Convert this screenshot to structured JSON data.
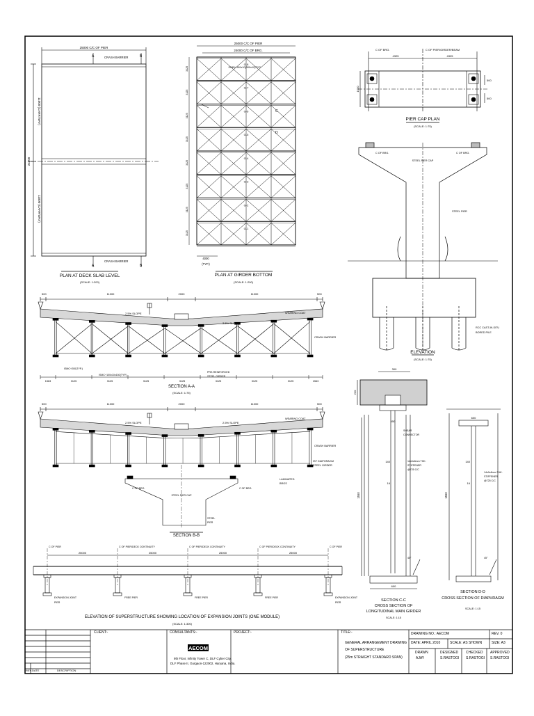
{
  "plan_deck": {
    "title": "PLAN AT DECK SLAB LEVEL",
    "scale": "(SCALE: 1:200)",
    "dim_top": "25000 C/C OF PIER",
    "crash_barrier_top": "CRASH BARRIER",
    "crash_barrier_bottom": "CRASH BARRIER",
    "carriageway_upper": "11000 (CARR'WAY)",
    "carriageway_lower": "11000 (CARR'WAY)",
    "total_width": "24200",
    "sec_a": "A",
    "sec_b": "B"
  },
  "plan_girder": {
    "title": "PLAN AT GIRDER BOTTOM",
    "scale": "(SCALE: 1:200)",
    "dim_top1": "25000 C/C OF PIER",
    "dim_top2": "24000 C/C OF BRG.",
    "member_label": "ISMB+150x10(300x10)TYP.",
    "girders": [
      "G-8",
      "G-7",
      "G-6",
      "G-5",
      "G-4",
      "G-3",
      "G-2",
      "G-1"
    ],
    "spacing": "3125",
    "end_dim": "4000",
    "end_dim2": "(TYP.)",
    "sec_c": "C",
    "sec_d": "D"
  },
  "pier_plan": {
    "title": "PIER CAP PLAN",
    "scale": "(SCALE: 1:75)",
    "brg1": "C OF BRG.",
    "brg2": "C OF PIER/GIRDER/BEAM",
    "dim1": "4325",
    "dim2": "4325",
    "dim_side": "1500",
    "dim_r1": "500",
    "dim_r2": "500"
  },
  "pier_elev": {
    "title": "ELEVATION",
    "scale": "(SCALE: 1:75)",
    "steel_cap": "STEEL PIER CAP",
    "steel_pier": "STEEL PIER",
    "brg1": "C OF BRG.",
    "brg2": "C OF BRG.",
    "pile_note1": "RCC CAST-IN-SITU",
    "pile_note2": "BORED PILE"
  },
  "section_aa": {
    "title": "SECTION A-A",
    "scale": "(SCALE: 1:75)",
    "dims_top": [
      "500",
      "11000",
      "2000",
      "11000",
      "500"
    ],
    "slope_left": "2.5% SLOPE",
    "slope_right": "2.5% SLOPE",
    "wearing_coat": "WEARING COAT",
    "crash_barrier": "CRASH BARRIER",
    "bracing1": "ISMC+200(TYP.)",
    "bracing2": "ISMC+100x10x150(TYP.)",
    "rcc_slab1": "PRE-REINFORCED",
    "rcc_slab2": "STEEL GIRDER",
    "dims_bottom": [
      "1563",
      "3125",
      "3125",
      "3125",
      "3125",
      "3125",
      "3125",
      "3125",
      "1563"
    ]
  },
  "section_bb": {
    "title": "SECTION B-B",
    "dims_top": [
      "500",
      "11000",
      "2000",
      "11000",
      "500"
    ],
    "slope_left": "2.5% SLOPE",
    "slope_right": "2.5% SLOPE",
    "wearing_coat": "WEARING COAT",
    "crash_barrier": "CRASH BARRIER",
    "diaphragm1": "ISF DIAPHRAGM",
    "diaphragm2": "STEEL GIRDER",
    "lam_bearing1": "LAMINATED",
    "lam_bearing2": "BRGS",
    "brg1": "C OF BRG.",
    "brg2": "C OF BRG.",
    "steel_cap": "STEEL PIER CAP",
    "steel_pier1": "STEEL",
    "steel_pier2": "PIER"
  },
  "section_cc": {
    "title1": "SECTION C-C",
    "title2": "CROSS SECTION OF",
    "title3": "LONGITUDINAL MAIN GIRDER",
    "scale": "SCALE: 1:15",
    "dim_slab": "300",
    "dim_slab_h": "220",
    "dim_flange": "450",
    "shear1": "SHEAR",
    "shear2": "CONNECTOR",
    "dim_140": "140",
    "dim_16": "16",
    "stiff1": "14x0x8mm THK.",
    "stiff2": "STIFFENER",
    "stiff3": "@725 C/C",
    "dim_depth": "1550",
    "dim_45": "45°",
    "dim_bottom": "600"
  },
  "section_dd": {
    "title1": "SECTION D-D",
    "title2": "CROSS SECTION OF DIAPHRAGM",
    "scale": "SCALE: 1:15",
    "dim_flange": "600",
    "dim_140": "140",
    "dim_16": "16",
    "stiff1": "14x0x8mm THK.",
    "stiff2": "STIFFENER",
    "stiff3": "@725 C/C",
    "dim_depth": "1550",
    "dim_45": "45°"
  },
  "elevation": {
    "title": "ELEVATION  OF SUPERSTRUCTURE SHOWING LOCATION OF EXPANSION JOINTS (ONE MODULE)",
    "scale": "(SCALE: 1:300)",
    "pier_labels": [
      "C OF PIER",
      "C OF PIER/DECK CONTINUITY",
      "C OF PIER/DECK CONTINUITY",
      "C OF PIER/DECK CONTINUITY",
      "C OF PIER"
    ],
    "spans": [
      "25000",
      "25000",
      "25000",
      "25000"
    ],
    "pier_notes": [
      "EXPANSION JOINT",
      "FREE PIER",
      "FREE PIER",
      "FREE PIER",
      "EXPANSION JOINT"
    ],
    "pier_sub": [
      "PIER",
      "",
      "",
      "",
      "PIER"
    ]
  },
  "title_block": {
    "client": "CLIENT:-",
    "consultants": "CONSULTANTS:-",
    "logo": "AECOM",
    "address1": "9th Floor, Infinity Tower C, DLF Cyber City,",
    "address2": "DLF Phase II, Gurgaon-122002, Haryana, India.",
    "project": "PROJECT:-",
    "title_label": "TITLE:-",
    "title_line1": "GENERAL ARRANGEMENT DRAWING",
    "title_line2": "OF SUPERSTRUCTURE",
    "title_line3": "(25m STRAIGHT STANDARD SPAN)",
    "drawing_no": "DRAWING NO.: AECOM",
    "date": "DATE: APRIL 2010",
    "scale": "SCALE: AS SHOWN",
    "rev": "REV. 0",
    "size": "SIZE: A3",
    "drawn": "DRAWN",
    "drawn_by": "AJAY",
    "designed": "DESIGNED",
    "designed_by": "S.RASTOGI",
    "checked": "CHECKED",
    "checked_by": "S.RASTOGI",
    "approved": "APPROVED",
    "approved_by": "S.RASTOGI",
    "rev_col": "REV.",
    "date_col": "DATE",
    "desc_col": "DESCRIPTION"
  }
}
